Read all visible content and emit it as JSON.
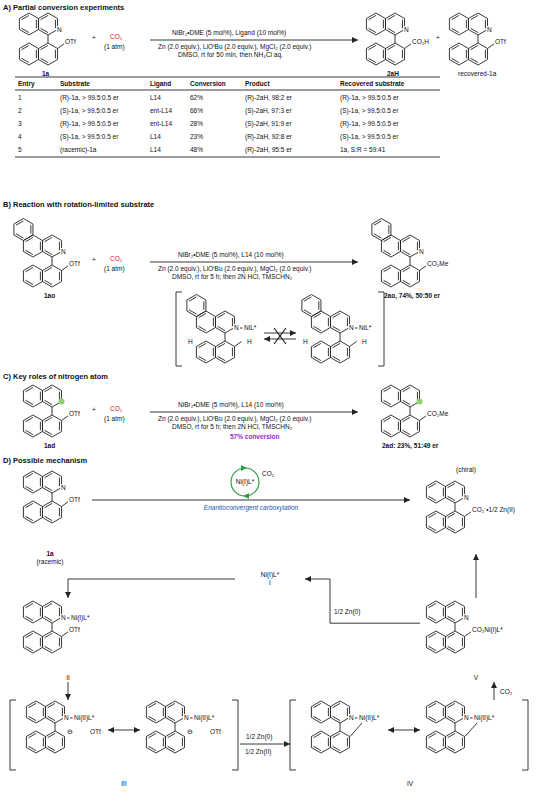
{
  "diagram": {
    "nodes": [
      {
        "text": [
          "1a",
          "(racemic)"
        ]
      },
      {
        "text": [
          "(chiral)"
        ]
      },
      {
        "text": [
          "Ni(I)L*",
          "I"
        ]
      },
      {
        "text": [
          "II"
        ]
      },
      {
        "text": [
          "III"
        ]
      },
      {
        "text": [
          "IV"
        ]
      },
      {
        "text": [
          "V"
        ]
      }
    ],
    "edges": [
      {
        "from": 0,
        "to": 1,
        "arrow": "to",
        "label": "Enantioconvergent carboxylation"
      },
      {
        "from": 2,
        "to": 3,
        "arrow": "to"
      },
      {
        "from": 3,
        "to": 4,
        "arrow": "to"
      },
      {
        "from": 4,
        "to": 5,
        "arrow": "to"
      },
      {
        "from": 5,
        "to": 6,
        "arrow": "to"
      },
      {
        "from": 6,
        "to": 2,
        "arrow": "to"
      },
      {
        "from": 6,
        "to": 1,
        "arrow": "to"
      }
    ],
    "labels": [
      "A) Partial conversion experiments",
      "N",
      "OTf",
      "1a",
      "+",
      "CO₂",
      "(1 atm)",
      "NiBr₂•DME (5 mol%), Ligand (10 mol%)",
      "Zn (2.0 equiv.), LiOᵗBu (2.0 equiv.), MgCl₂ (2.0 equiv.)",
      "DMSO, rt for 50 min, then NH₄Cl aq.",
      "N",
      "CO₂H",
      "2aH",
      "+",
      "N",
      "OTf",
      "recovered-1a",
      "Entry",
      "Substrate",
      "Ligand",
      "Conversion",
      "Product",
      "Recovered substrate",
      "1",
      "(R)-1a, > 99.5:0.5 er",
      "L14",
      "62%",
      "(R)-2aH, 98:2 er",
      "(R)-1a, > 99.5:0.5 er",
      "2",
      "(S)-1a, > 99.5:0.5 er",
      "ent-L14",
      "66%",
      "(S)-2aH, 97:3 er",
      "(S)-1a, > 99.5:0.5 er",
      "3",
      "(R)-1a, > 99.5:0.5 er",
      "ent-L14",
      "28%",
      "(S)-2aH, 91:9 er",
      "(R)-1a, > 99.5:0.5 er",
      "4",
      "(S)-1a, > 99.5:0.5 er",
      "L14",
      "23%",
      "(R)-2aH, 92:8 er",
      "(S)-1a, > 99.5:0.5 er",
      "5",
      "(racemic)-1a",
      "L14",
      "48%",
      "(R)-2aH, 95:5 er",
      "1a, S:R = 59:41",
      "B) Reaction with rotation-limited substrate",
      "N",
      "OTf",
      "1ao",
      "+",
      "CO₂",
      "(1 atm)",
      "NiBr₂•DME (5 mol%), L14 (10 mol%)",
      "Zn (2.0 equiv.), LiOᵗBu (2.0 equiv.), MgCl₂ (2.0 equiv.)",
      "DMSO, rt for 5 h; then 2N HCl, TMSCHN₂",
      "N",
      "CO₂Me",
      "2ao, 74%, 50:50 er",
      "N",
      "NiL*",
      "H",
      "H",
      "N",
      "NiL*",
      "H",
      "H",
      "C) Key roles of nitrogen atom",
      "OTf",
      "1ad",
      "+",
      "CO₂",
      "(1 atm)",
      "NiBr₂•DME (5 mol%), L14 (10 mol%)",
      "Zn (2.0 equiv.), LiOᵗBu (2.0 equiv.), MgCl₂ (2.0 equiv.)",
      "DMSO, rt for 5 h; then 2N HCl, TMSCHN₂",
      "57% conversion",
      "CO₂Me",
      "2ad: 23%, 51:49 er",
      "D) Possible mechanism",
      "N",
      "OTf",
      "Ni(I)L*",
      "CO₂",
      "N",
      "CO₂⁻•1/2 Zn(II)",
      "N",
      "Ni(I)L*",
      "OTf",
      "N",
      "Ni(II)L*",
      "⊖",
      "OTf",
      "N",
      "Ni(II)L*",
      "⊖",
      "OTf",
      "1/2 Zn(0)",
      "1/2 Zn(II)",
      "N",
      "Ni(II)L*",
      "N",
      "Ni(II)L*",
      "CO₂",
      "N",
      "CO₂Ni(I)L*",
      "1/2 Zn(0)"
    ]
  }
}
